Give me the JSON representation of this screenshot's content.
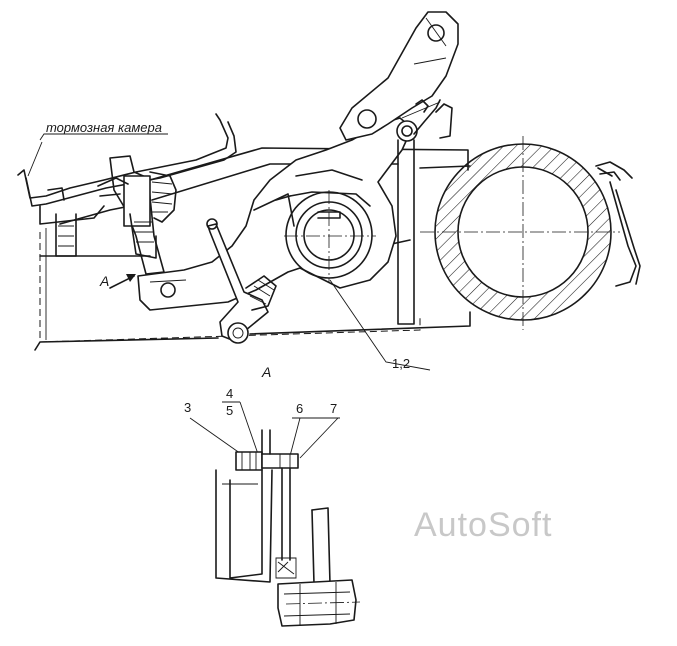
{
  "labels": {
    "brake_chamber": "тормозная камера",
    "view_arrow": "А",
    "view_title": "А",
    "callout_12": "1,2",
    "callout_3": "3",
    "callout_4": "4",
    "callout_5": "5",
    "callout_6": "6",
    "callout_7": "7"
  },
  "watermark": "AutoSoft",
  "colors": {
    "line": "#1a1a1a",
    "watermark": "#c8c8c8",
    "background": "#ffffff"
  }
}
